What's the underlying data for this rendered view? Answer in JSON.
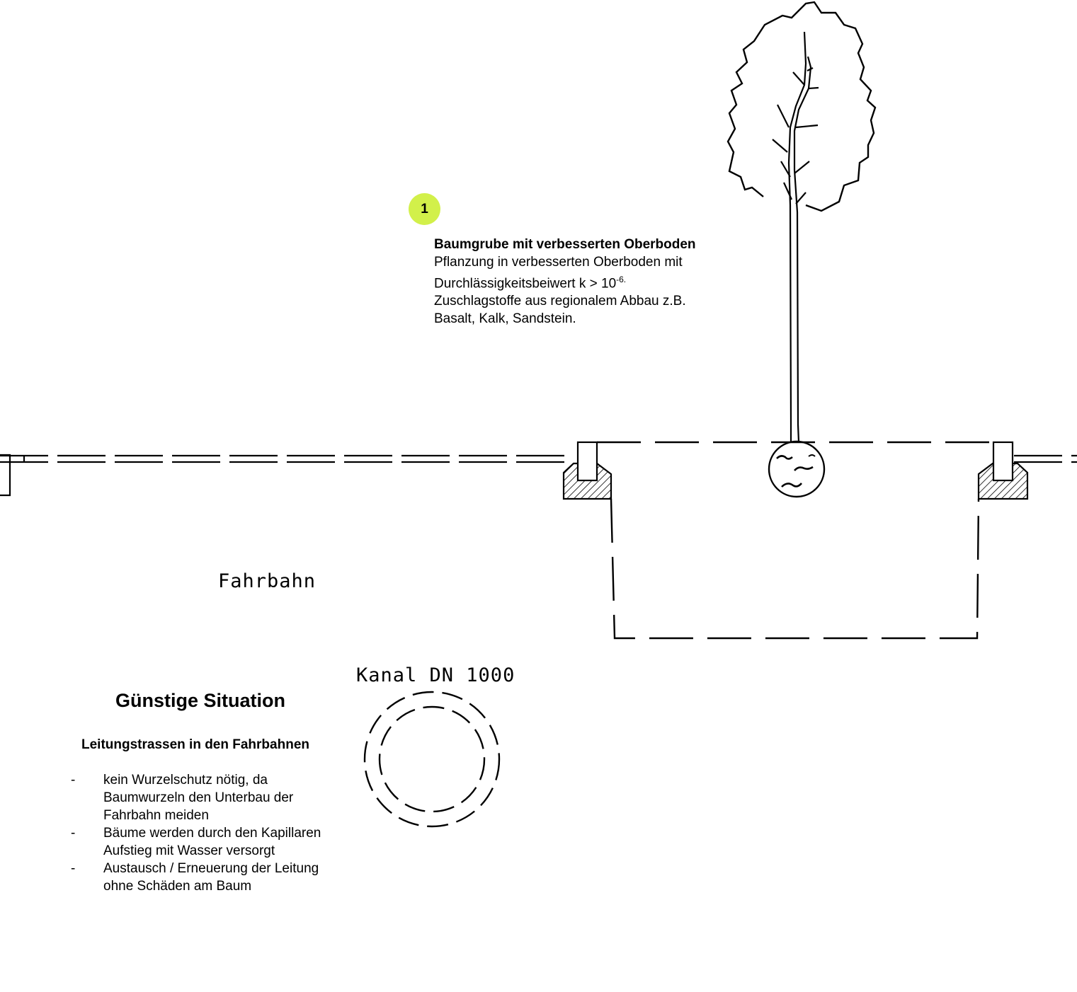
{
  "marker": {
    "number": "1",
    "color": "#d2f04a"
  },
  "labels": {
    "roadway": "Fahrbahn",
    "channel": "Kanal DN 1000"
  },
  "tree_pit_note": {
    "heading": "Baumgrube mit verbesserten Oberboden",
    "line1": "Pflanzung in verbesserten Oberboden mit",
    "line2_pre": "Durchlässigkeitsbeiwert k > 10",
    "line2_sup": "-6.",
    "line3": "Zuschlagstoffe aus regionalem Abbau z.B.",
    "line4": "Basalt, Kalk, Sandstein."
  },
  "situation": {
    "title": "Günstige Situation",
    "subtitle": "Leitungstrassen in den Fahrbahnen",
    "bullets": [
      {
        "dash": "-",
        "lines": [
          "kein Wurzelschutz nötig, da",
          "Baumwurzeln den Unterbau der",
          "Fahrbahn meiden"
        ]
      },
      {
        "dash": "-",
        "lines": [
          "Bäume werden durch den Kapillaren",
          "Aufstieg mit Wasser versorgt"
        ]
      },
      {
        "dash": "-",
        "lines": [
          "Austausch / Erneuerung der Leitung",
          "ohne Schäden am Baum"
        ]
      }
    ]
  }
}
